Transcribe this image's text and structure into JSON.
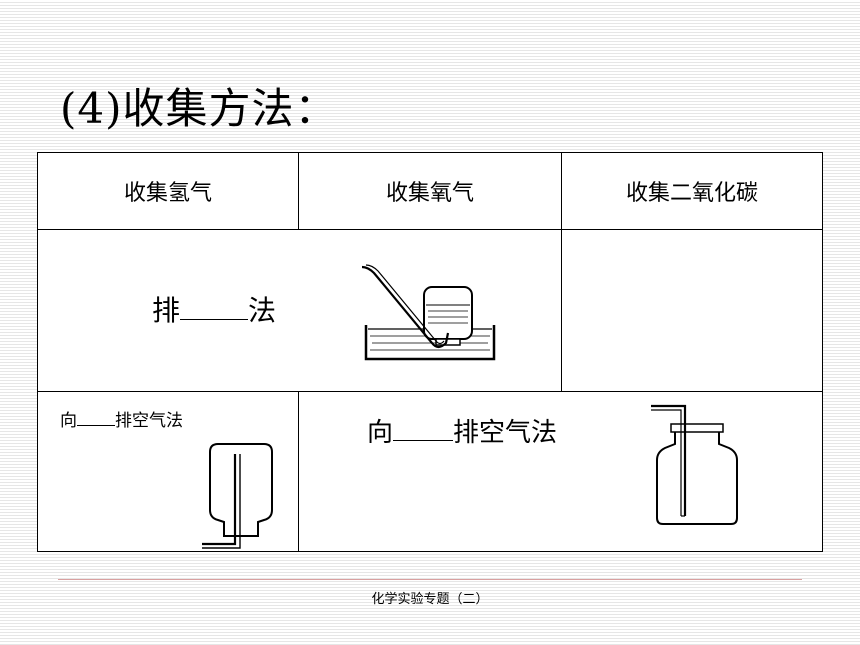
{
  "slide": {
    "title": "(4)收集方法：",
    "footer": "化学实验专题（二）"
  },
  "table": {
    "headers": [
      "收集氢气",
      "收集氧气",
      "收集二氧化碳"
    ],
    "row1": {
      "cell1": {
        "prefix": "排",
        "suffix": "法"
      },
      "water_trough_image": "water-displacement-apparatus",
      "cell3": ""
    },
    "row2": {
      "cell1": {
        "prefix": "向",
        "suffix": "排空气法",
        "image": "downward-air-displacement-bottle"
      },
      "cell2": {
        "prefix": "向",
        "suffix": "排空气法",
        "image": "upward-air-displacement-bottle"
      }
    }
  }
}
